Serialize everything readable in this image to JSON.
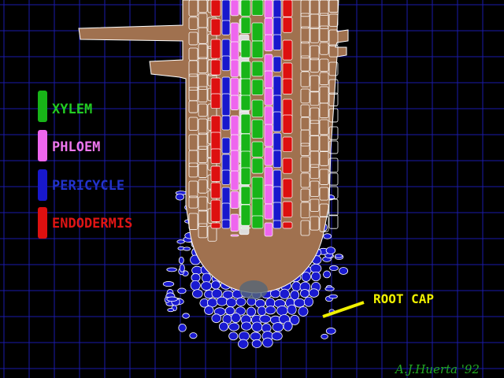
{
  "legend": {
    "items": [
      {
        "label": "XYLEM",
        "color": "#18b418",
        "text_color": "#22cc22"
      },
      {
        "label": "PHLOEM",
        "color": "#ee66ee",
        "text_color": "#ee77ee"
      },
      {
        "label": "PERICYCLE",
        "color": "#1818cc",
        "text_color": "#2233cc"
      },
      {
        "label": "ENDODERMIS",
        "color": "#dd1010",
        "text_color": "#e01515"
      }
    ]
  },
  "annotation": {
    "label": "ROOT CAP",
    "color": "#f0f000"
  },
  "signature": {
    "text": "A.J.Huerta '92",
    "color": "#22aa22"
  },
  "colors": {
    "background": "#000000",
    "grid": "#1a1aaa",
    "cortex": "#a0714f",
    "cell_wall": "#ffffff",
    "root_cap": "#1a1ad0",
    "meristem_center": "#556677"
  }
}
